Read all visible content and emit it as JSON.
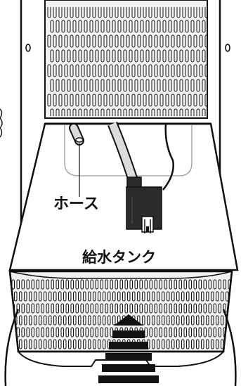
{
  "labels": {
    "hose": "ホース",
    "water_tank": "給水タンク"
  },
  "colors": {
    "line": "#111111",
    "panel_fill": "#f2f2f2",
    "tank_fill": "#ffffff",
    "pump_fill": "#2b2b2b",
    "hose_fill": "#dcdcdc",
    "arrow_fill": "#111111"
  },
  "icons": {
    "pump": "submersible-pump-icon",
    "arrow": "insert-direction-up-arrow"
  }
}
